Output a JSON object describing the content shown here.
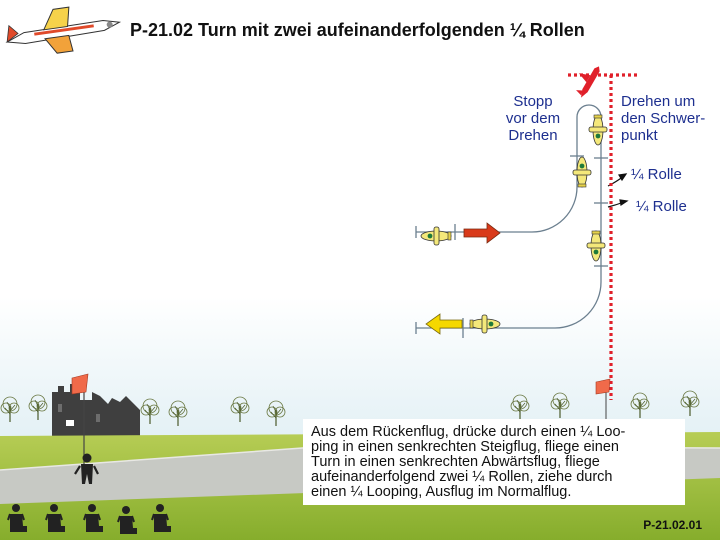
{
  "title": "P-21.02 Turn mit zwei aufeinanderfolgenden ¼ Rollen",
  "labels": {
    "stop_line1": "Stopp",
    "stop_line2": "vor dem",
    "stop_line3": "Drehen",
    "rotate_line1": "Drehen um",
    "rotate_line2": "den Schwer-",
    "rotate_line3": "punkt",
    "roll1": "¼ Rolle",
    "roll2": "¼ Rolle"
  },
  "description": {
    "line1": "Aus dem Rückenflug, drücke durch einen ¼ Loo-",
    "line2": "ping in einen senkrechten Steigflug, fliege einen",
    "line3": "Turn in einen senkrechten Abwärtsflug, fliege",
    "line4": "aufeinanderfolgend zwei ¼ Rollen, ziehe durch",
    "line5": "einen ¼ Looping, Ausflug im Normalflug."
  },
  "figure_code": "P-21.02.01",
  "colors": {
    "flight_path": "#6b7f8f",
    "center_line": "#e0202a",
    "entry_arrow": "#d93a1a",
    "exit_arrow": "#f5d800",
    "plane_body": "#f4e87a",
    "sky_top": "#ffffff",
    "sky_bottom": "#cfe6ee",
    "grass": "#9dbf3a",
    "runway": "#c7c9c4"
  },
  "icons": [
    "aerobatic-plane-logo-icon",
    "airplane-icon",
    "flag-icon",
    "tree-icon",
    "castle-icon",
    "pilot-silhouette-icon",
    "spectator-icon"
  ]
}
